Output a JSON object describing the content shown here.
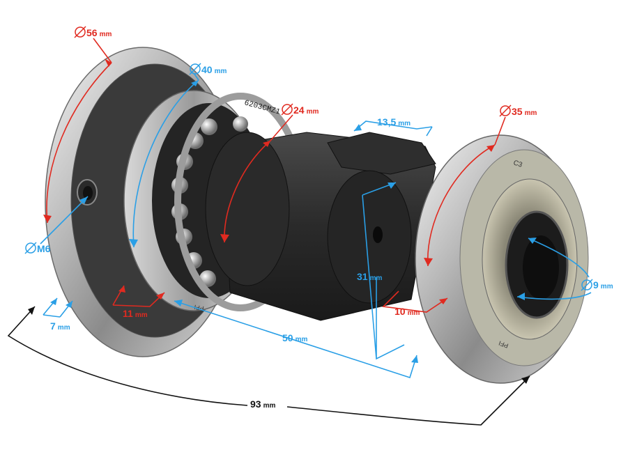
{
  "colors": {
    "red": "#e02a20",
    "blue": "#2a9fe6",
    "black": "#111111"
  },
  "dimensions": {
    "d56": {
      "value": "56",
      "unit": "mm",
      "diameter_symbol": true
    },
    "d40": {
      "value": "40",
      "unit": "mm",
      "diameter_symbol": true
    },
    "d24": {
      "value": "24",
      "unit": "mm",
      "diameter_symbol": true
    },
    "d35": {
      "value": "35",
      "unit": "mm",
      "diameter_symbol": true
    },
    "d9": {
      "value": "9",
      "unit": "mm",
      "diameter_symbol": true
    },
    "m6": {
      "value": "M6",
      "unit": "",
      "diameter_symbol": true
    },
    "l13_5": {
      "value": "13,5",
      "unit": "mm"
    },
    "l31": {
      "value": "31",
      "unit": "mm"
    },
    "l50": {
      "value": "50",
      "unit": "mm"
    },
    "l11": {
      "value": "11",
      "unit": "mm"
    },
    "l10": {
      "value": "10",
      "unit": "mm"
    },
    "l7": {
      "value": "7",
      "unit": "mm"
    },
    "l93": {
      "value": "93",
      "unit": "mm"
    }
  },
  "bearing_markings": {
    "left": "6203CMZ1",
    "right_c3": "C3",
    "right_brand": "PFI",
    "left_brand": "PFI"
  }
}
